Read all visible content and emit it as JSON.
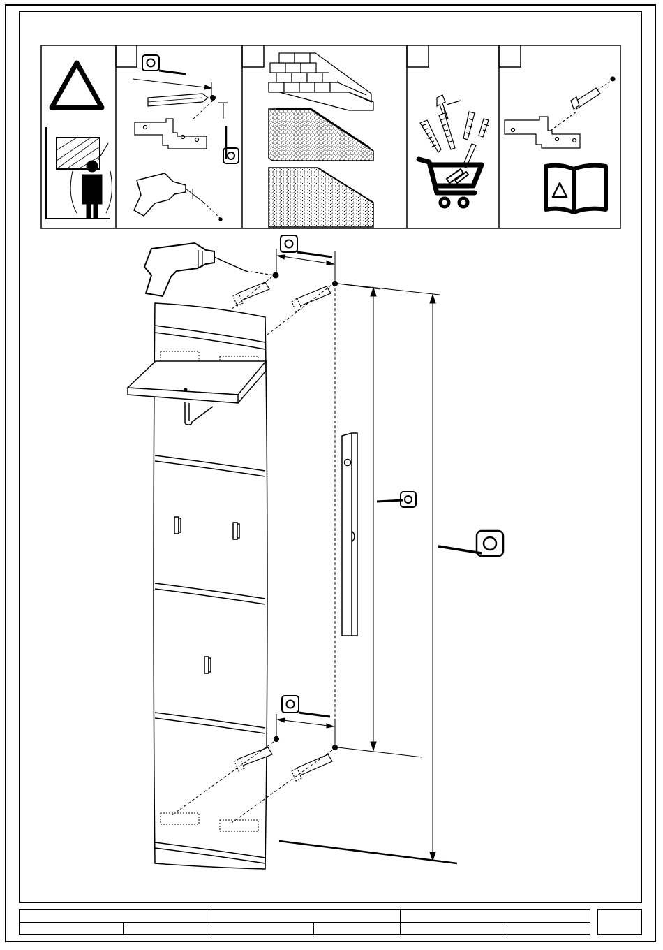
{
  "document": {
    "type": "assembly-instruction-sheet",
    "icons": {
      "warning": "warning-triangle-icon",
      "measuring": "tape-measure-icon",
      "drilling": "drill-icon",
      "wall_types": "wall-material-icon",
      "hardware": "screws-and-dowels-icon",
      "shopping": "shopping-cart-icon",
      "manual": "instruction-booklet-icon",
      "spirit_level": "spirit-level-icon"
    },
    "step_boxes": [
      {
        "id": "step-1",
        "label": ""
      },
      {
        "id": "step-2",
        "label": ""
      },
      {
        "id": "step-3",
        "label": ""
      },
      {
        "id": "step-4",
        "label": ""
      }
    ],
    "footer": {
      "cells": [
        "",
        "",
        "",
        "",
        "",
        "",
        "",
        "",
        "",
        "",
        ""
      ]
    }
  }
}
